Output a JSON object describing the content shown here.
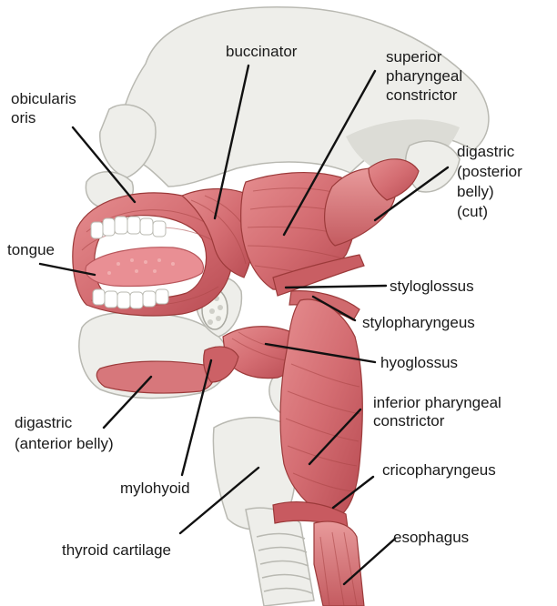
{
  "labels": {
    "buccinator": "buccinator",
    "superior_pharyngeal_constrictor": [
      "superior",
      "pharyngeal",
      "constrictor"
    ],
    "obicularis_oris": [
      "obicularis",
      "oris"
    ],
    "digastric_posterior": [
      "digastric",
      "(posterior",
      "belly)",
      "(cut)"
    ],
    "tongue": "tongue",
    "styloglossus": "styloglossus",
    "stylopharyngeus": "stylopharyngeus",
    "hyoglossus": "hyoglossus",
    "inferior_pharyngeal_constrictor": [
      "inferior pharyngeal",
      "constrictor"
    ],
    "digastric_anterior": [
      "digastric",
      "(anterior belly)"
    ],
    "cricopharyngeus": "cricopharyngeus",
    "mylohyoid": "mylohyoid",
    "esophagus": "esophagus",
    "thyroid_cartilage": "thyroid cartilage"
  },
  "colors": {
    "muscle": "#d9777a",
    "muscle_dark": "#b94d52",
    "bone": "#eeeeea",
    "line": "#111111"
  }
}
